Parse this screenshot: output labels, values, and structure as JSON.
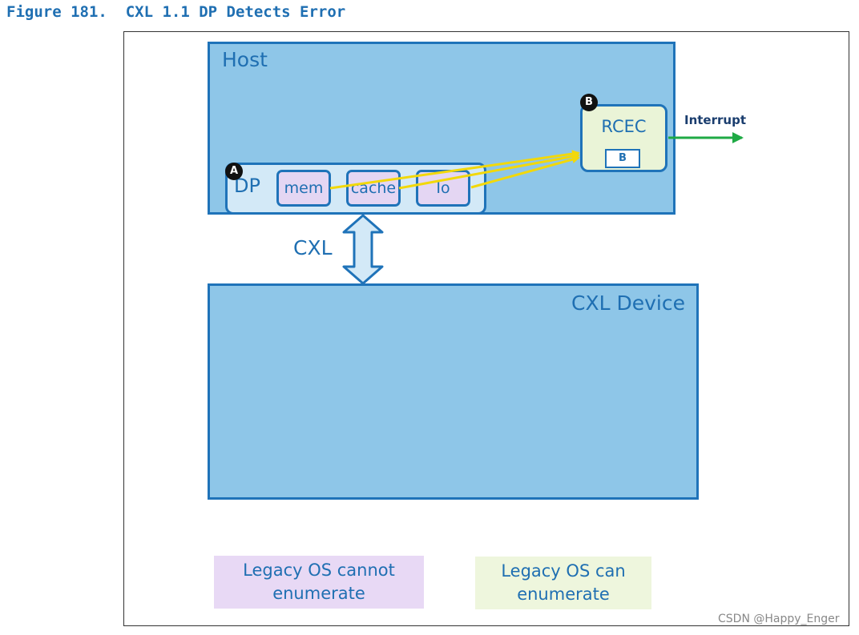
{
  "figure": {
    "title": "Figure 181.  CXL 1.1 DP Detects Error"
  },
  "host": {
    "label": "Host"
  },
  "dp": {
    "label": "DP",
    "badge": "A",
    "chips": {
      "mem": "mem",
      "cache": "cache",
      "io": "Io"
    }
  },
  "rcec": {
    "label": "RCEC",
    "inner": "B",
    "badge": "B"
  },
  "interrupt": {
    "label": "Interrupt"
  },
  "link": {
    "label": "CXL"
  },
  "device": {
    "label": "CXL Device"
  },
  "legend": {
    "purple": "Legacy OS cannot enumerate",
    "green": "Legacy OS can enumerate"
  },
  "watermark": "CSDN @Happy_Enger",
  "colors": {
    "blue_fill": "#8ec6e8",
    "blue_border": "#1f73b9",
    "purple_fill": "#e4d6f3",
    "green_fill": "#eaf4d7",
    "error_arrow": "#f2d80a",
    "interrupt_arrow": "#1faa45"
  }
}
